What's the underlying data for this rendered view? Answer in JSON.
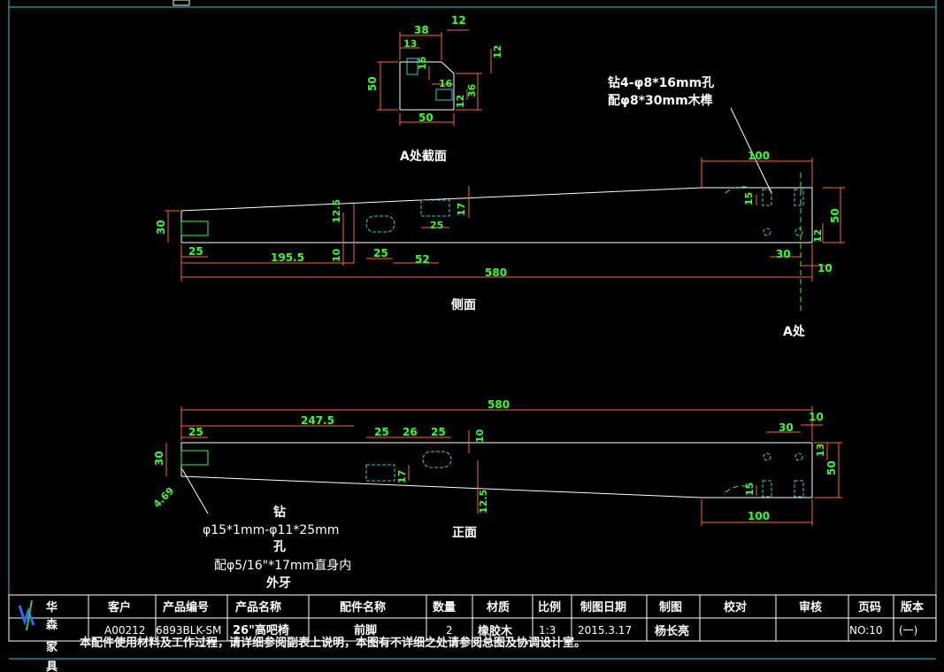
{
  "section_view": {
    "title": "A处截面",
    "dims": {
      "top_38": "38",
      "top_12": "12",
      "d_13": "13",
      "d_16a": "16",
      "d_16b": "16",
      "d_12a": "12",
      "d_50_left": "50",
      "d_36": "36",
      "d_12b": "12",
      "d_50_bottom": "50"
    }
  },
  "side_view": {
    "title": "侧面",
    "marker": "A处",
    "note_line1": "钻4-φ8*16mm孔",
    "note_line2": "配φ8*30mm木榫",
    "dims": {
      "d_100": "100",
      "d_15": "15",
      "d_50": "50",
      "d_12": "12",
      "d_30_right": "30",
      "d_10_right": "10",
      "d_30_left": "30",
      "d_25_left": "25",
      "d_195_5": "195.5",
      "d_12_5": "12.5",
      "d_10": "10",
      "d_17": "17",
      "d_25_slot": "25",
      "d_25_b": "25",
      "d_52": "52",
      "d_580": "580"
    }
  },
  "front_view": {
    "title": "正面",
    "note_line1": "钻",
    "note_line2": "φ15*1mm-φ11*25mm",
    "note_line3": "孔",
    "note_line4": "配φ5/16\"*17mm直身内",
    "note_line5": "外牙",
    "dims": {
      "d_580": "580",
      "d_247_5": "247.5",
      "d_25_left": "25",
      "d_25_a": "25",
      "d_26": "26",
      "d_25_b": "25",
      "d_10": "10",
      "d_10_right": "10",
      "d_30_right": "30",
      "d_30_left": "30",
      "d_13": "13",
      "d_50": "50",
      "d_17": "17",
      "d_12_5": "12.5",
      "d_15": "15",
      "d_100": "100",
      "d_4_69": "4.69"
    }
  },
  "title_block": {
    "logo_chars": [
      "华",
      "森",
      "家",
      "具"
    ],
    "headers": [
      "客户",
      "产品编号",
      "产品名称",
      "配件名称",
      "数量",
      "材质",
      "比例",
      "制图日期",
      "制图",
      "校对",
      "审核",
      "页码",
      "版本"
    ],
    "values": [
      "",
      "A00212",
      "6893BLK-SM",
      "26\"高吧椅",
      "前脚",
      "2",
      "橡胶木",
      "1:3",
      "2015.3.17",
      "杨长亮",
      "",
      "",
      "NO:10",
      "(一)"
    ],
    "note": "本配件使用材料及工作过程，请详细参阅副表上说明，本图有不详细之处请参阅总图及协调设计室。"
  },
  "colors": {
    "background": "#000000",
    "dimension": "#ff6633",
    "dim_text": "#33ff33",
    "hidden_line": "#33cccc",
    "outline": "#ffffff",
    "frame": "#33cccc"
  }
}
